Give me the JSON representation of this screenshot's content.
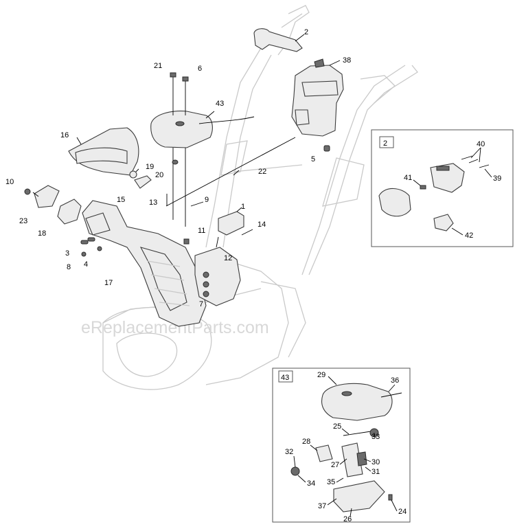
{
  "watermark": "eReplacementParts.com",
  "inset_2": {
    "label": "2",
    "callouts": [
      "40",
      "41",
      "39",
      "42"
    ]
  },
  "inset_43": {
    "label": "43",
    "callouts": [
      "29",
      "36",
      "25",
      "33",
      "28",
      "32",
      "30",
      "27",
      "31",
      "34",
      "35",
      "37",
      "26",
      "24"
    ]
  },
  "callouts": [
    "2",
    "38",
    "21",
    "6",
    "43",
    "16",
    "19",
    "20",
    "22",
    "5",
    "10",
    "15",
    "13",
    "9",
    "23",
    "1",
    "14",
    "18",
    "11",
    "3",
    "12",
    "8",
    "4",
    "17",
    "7"
  ]
}
